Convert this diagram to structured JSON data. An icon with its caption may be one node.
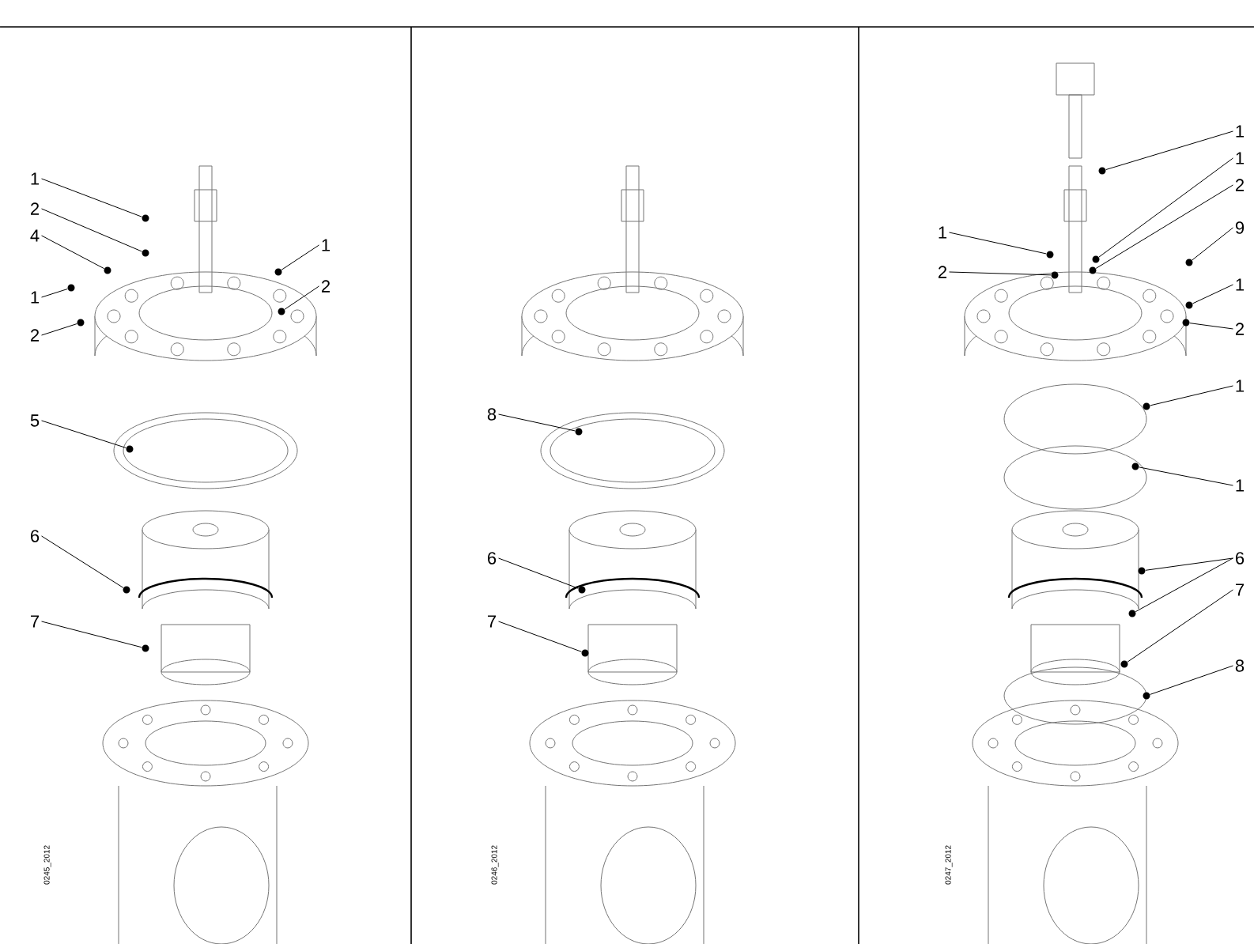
{
  "diagram": {
    "nodes": [
      {
        "text": [
          "1"
        ]
      },
      {
        "text": [
          "2"
        ]
      },
      {
        "text": [
          "4"
        ]
      },
      {
        "text": [
          "1"
        ]
      },
      {
        "text": [
          "1"
        ]
      },
      {
        "text": [
          "2"
        ]
      },
      {
        "text": [
          "2"
        ]
      },
      {
        "text": [
          "5"
        ]
      },
      {
        "text": [
          "6"
        ]
      },
      {
        "text": [
          "7"
        ]
      },
      {
        "text": [
          "8"
        ]
      },
      {
        "text": [
          "6"
        ]
      },
      {
        "text": [
          "7"
        ]
      },
      {
        "text": [
          "1"
        ]
      },
      {
        "text": [
          "1"
        ]
      },
      {
        "text": [
          "2"
        ]
      },
      {
        "text": [
          "1"
        ]
      },
      {
        "text": [
          "2"
        ]
      },
      {
        "text": [
          "9"
        ]
      },
      {
        "text": [
          "1"
        ]
      },
      {
        "text": [
          "2"
        ]
      },
      {
        "text": [
          "1"
        ]
      },
      {
        "text": [
          "1"
        ]
      },
      {
        "text": [
          "6"
        ]
      },
      {
        "text": [
          "7"
        ]
      },
      {
        "text": [
          "8"
        ]
      },
      {
        "text": [],
        "shape": "circle"
      },
      {
        "text": [],
        "shape": "circle"
      },
      {
        "text": [],
        "shape": "circle"
      },
      {
        "text": [],
        "shape": "circle"
      },
      {
        "text": [],
        "shape": "circle"
      },
      {
        "text": [],
        "shape": "circle"
      },
      {
        "text": [],
        "shape": "circle"
      },
      {
        "text": [],
        "shape": "circle"
      },
      {
        "text": [],
        "shape": "circle"
      },
      {
        "text": [],
        "shape": "circle"
      },
      {
        "text": [],
        "shape": "circle"
      },
      {
        "text": [],
        "shape": "circle"
      },
      {
        "text": [],
        "shape": "circle"
      },
      {
        "text": [],
        "shape": "circle"
      },
      {
        "text": [],
        "shape": "circle"
      },
      {
        "text": [],
        "shape": "circle"
      },
      {
        "text": [],
        "shape": "circle"
      },
      {
        "text": [],
        "shape": "circle"
      },
      {
        "text": [],
        "shape": "circle"
      },
      {
        "text": [],
        "shape": "circle"
      },
      {
        "text": [],
        "shape": "circle"
      },
      {
        "text": [],
        "shape": "circle"
      },
      {
        "text": [],
        "shape": "circle"
      },
      {
        "text": [],
        "shape": "circle"
      },
      {
        "text": [],
        "shape": "circle"
      },
      {
        "text": [],
        "shape": "circle"
      },
      {
        "text": [],
        "shape": "circle"
      }
    ],
    "edges": [
      {
        "from": 0,
        "to": 26,
        "arrow": "none"
      },
      {
        "from": 1,
        "to": 27,
        "arrow": "none"
      },
      {
        "from": 2,
        "to": 28,
        "arrow": "none"
      },
      {
        "from": 3,
        "to": 29,
        "arrow": "none"
      },
      {
        "from": 4,
        "to": 30,
        "arrow": "none"
      },
      {
        "from": 5,
        "to": 31,
        "arrow": "none"
      },
      {
        "from": 6,
        "to": 32,
        "arrow": "none"
      },
      {
        "from": 7,
        "to": 33,
        "arrow": "none"
      },
      {
        "from": 8,
        "to": 34,
        "arrow": "none"
      },
      {
        "from": 9,
        "to": 35,
        "arrow": "none"
      },
      {
        "from": 10,
        "to": 36,
        "arrow": "none"
      },
      {
        "from": 11,
        "to": 37,
        "arrow": "none"
      },
      {
        "from": 12,
        "to": 38,
        "arrow": "none"
      },
      {
        "from": 13,
        "to": 39,
        "arrow": "none"
      },
      {
        "from": 14,
        "to": 40,
        "arrow": "none"
      },
      {
        "from": 15,
        "to": 41,
        "arrow": "none"
      },
      {
        "from": 16,
        "to": 42,
        "arrow": "none"
      },
      {
        "from": 17,
        "to": 43,
        "arrow": "none"
      },
      {
        "from": 18,
        "to": 44,
        "arrow": "none"
      },
      {
        "from": 19,
        "to": 45,
        "arrow": "none"
      },
      {
        "from": 20,
        "to": 46,
        "arrow": "none"
      },
      {
        "from": 21,
        "to": 47,
        "arrow": "none"
      },
      {
        "from": 22,
        "to": 48,
        "arrow": "none"
      },
      {
        "from": 23,
        "to": 49,
        "arrow": "none"
      },
      {
        "from": 23,
        "to": 50,
        "arrow": "none"
      },
      {
        "from": 24,
        "to": 51,
        "arrow": "none"
      },
      {
        "from": 25,
        "to": 52,
        "arrow": "none"
      }
    ],
    "labels": [
      "0245_2012",
      "0246_2012",
      "0247_2012"
    ]
  }
}
